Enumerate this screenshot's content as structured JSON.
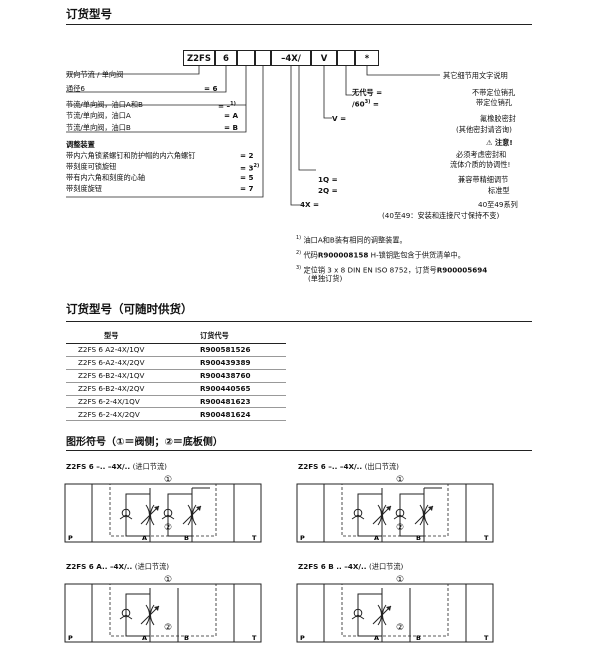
{
  "title1": "订货型号",
  "code": {
    "boxes": [
      "Z2FS",
      "6",
      "",
      "–4X/",
      "V",
      "*"
    ]
  },
  "left_rows": [
    {
      "label": "双向节流 / 单向阀",
      "value": ""
    },
    {
      "label": "通径6",
      "value": "= 6"
    },
    {
      "label": "节流/单向阀，油口A和B",
      "value": "= –"
    },
    {
      "label": "节流/单向阀，油口A",
      "value": "= A"
    },
    {
      "label": "节流/单向阀，油口B",
      "value": "= B"
    }
  ],
  "adjust": {
    "heading": "调整装置",
    "rows": [
      {
        "label": "带内六角锁紧螺钉和防护帽的内六角螺钉",
        "value": "= 2"
      },
      {
        "label": "带刻度可锁旋钮",
        "value": "= 3"
      },
      {
        "label": "带有内六角和刻度的心轴",
        "value": "= 5"
      },
      {
        "label": "带刻度旋钮",
        "value": "= 7"
      }
    ]
  },
  "right_rows": {
    "other": "其它细节用文字说明",
    "no_code": "无代号 =",
    "no_code_desc": "不带定位销孔",
    "s60": "/60",
    "s60_eq": "=",
    "s60_desc": "带定位销孔",
    "v_code": "V =",
    "v_desc1": "氟橡胶密封",
    "v_desc2": "(其他密封请咨询)",
    "attention": "注意!",
    "note1": "必须考虑密封和",
    "note2": "流体介质的协调性!",
    "q1": "1Q =",
    "q1_desc": "兼容带精细调节",
    "q2": "2Q =",
    "q2_desc": "标准型",
    "x4": "4X =",
    "x4_desc1": "40至49系列",
    "x4_desc2": "(40至49：安装和连接尺寸保持不变)"
  },
  "footnotes": [
    {
      "num": "1)",
      "text": "油口A和B装有相同的调整装置。"
    },
    {
      "num": "2)",
      "pre": "代码",
      "bold": "R900008158",
      "post": " H-锁钥匙包含于供货清单中。"
    },
    {
      "num": "3)",
      "pre": "定位销 3 x 8 DIN EN ISO 8752，订货号",
      "bold": "R900005694",
      "line2": "(单独订货)"
    }
  ],
  "title2": "订货型号（可随时供货）",
  "table": {
    "headers": [
      "型号",
      "订货代号"
    ],
    "rows": [
      [
        "Z2FS 6 A2-4X/1QV",
        "R900581526"
      ],
      [
        "Z2FS 6-A2-4X/2QV",
        "R900439389"
      ],
      [
        "Z2FS 6-B2-4X/1QV",
        "R900438760"
      ],
      [
        "Z2FS 6-B2-4X/2QV",
        "R900440565"
      ],
      [
        "Z2FS 6-2-4X/1QV",
        "R900481623"
      ],
      [
        "Z2FS 6-2-4X/2QV",
        "R900481624"
      ]
    ]
  },
  "title3": "图形符号（①＝阀侧；②＝底板侧）",
  "diagrams": [
    {
      "title": "Z2FS 6 –.. –4X/..",
      "sub": "(进口节流)"
    },
    {
      "title": "Z2FS 6 –.. –4X/..",
      "sub": "(出口节流)"
    },
    {
      "title": "Z2FS 6 A.. –4X/..",
      "sub": "(进口节流)"
    },
    {
      "title": "Z2FS 6 B .. –4X/..",
      "sub": "(进口节流)"
    }
  ],
  "ports": {
    "p": "P",
    "a": "A",
    "b": "B",
    "t": "T"
  },
  "circle1": "①",
  "circle2": "②"
}
